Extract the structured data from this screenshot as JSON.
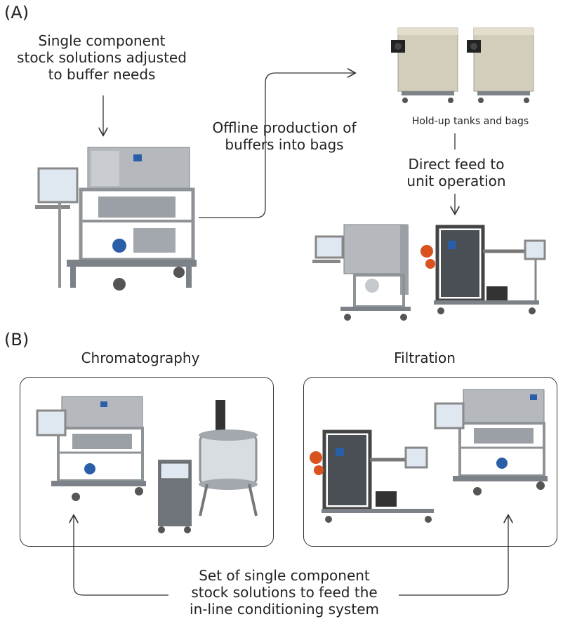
{
  "section_a": {
    "label": "(A)"
  },
  "section_b": {
    "label": "(B)"
  },
  "texts": {
    "stock_solutions": [
      "Single component",
      "stock solutions adjusted",
      "to buffer needs"
    ],
    "offline": [
      "Offline production of",
      "buffers into bags"
    ],
    "holdup": "Hold-up tanks and bags",
    "direct_feed": [
      "Direct feed to",
      "unit operation"
    ],
    "chromatography": "Chromatography",
    "filtration": "Filtration",
    "set_of": [
      "Set of single component",
      "stock solutions to feed the",
      "in-line conditioning system"
    ]
  },
  "colors": {
    "steel": "#a9aeb3",
    "dark_steel": "#6f757b",
    "frame": "#8e9398",
    "blue": "#2a5fa8",
    "orange": "#d9531e",
    "tan": "#cbc4b0",
    "screen": "#dfe8f0"
  }
}
